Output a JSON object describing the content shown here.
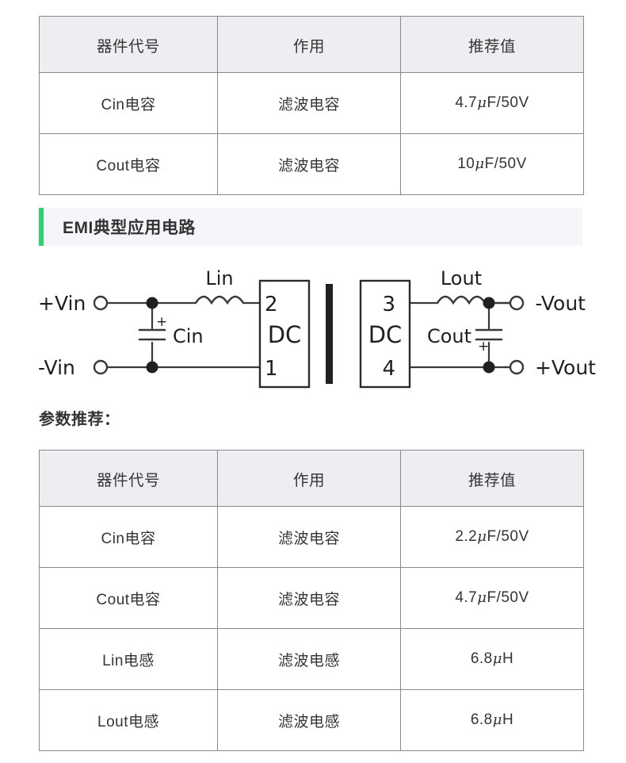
{
  "table_one": {
    "headers": [
      "器件代号",
      "作用",
      "推荐值"
    ],
    "rows": [
      {
        "part": "Cin电容",
        "function": "滤波电容",
        "value_num": "4.7",
        "value_unit": "F/50V"
      },
      {
        "part": "Cout电容",
        "function": "滤波电容",
        "value_num": "10",
        "value_unit": "F/50V"
      }
    ]
  },
  "section": {
    "title": "EMI典型应用电路",
    "accent_color": "#2fd06d",
    "background_color": "#f5f6fa"
  },
  "sub_heading": "参数推荐：",
  "circuit": {
    "labels": {
      "vin_pos": "+Vin",
      "vin_neg": "-Vin",
      "vout_neg": "-Vout",
      "vout_pos": "+Vout",
      "inductor_in": "Lin",
      "inductor_out": "Lout",
      "cap_in": "Cin",
      "cap_out": "Cout",
      "cap_in_polarity": "+",
      "cap_out_polarity": "+",
      "module_left": "DC",
      "module_right": "DC",
      "pin_2": "2",
      "pin_1": "1",
      "pin_3": "3",
      "pin_4": "4"
    }
  },
  "table_two": {
    "headers": [
      "器件代号",
      "作用",
      "推荐值"
    ],
    "rows": [
      {
        "part": "Cin电容",
        "function": "滤波电容",
        "value_num": "2.2",
        "value_unit": "F/50V"
      },
      {
        "part": "Cout电容",
        "function": "滤波电容",
        "value_num": "4.7",
        "value_unit": "F/50V"
      },
      {
        "part": "Lin电感",
        "function": "滤波电感",
        "value_num": "6.8",
        "value_unit": "H"
      },
      {
        "part": "Lout电感",
        "function": "滤波电感",
        "value_num": "6.8",
        "value_unit": "H"
      }
    ]
  },
  "symbols": {
    "micro": "μ"
  }
}
